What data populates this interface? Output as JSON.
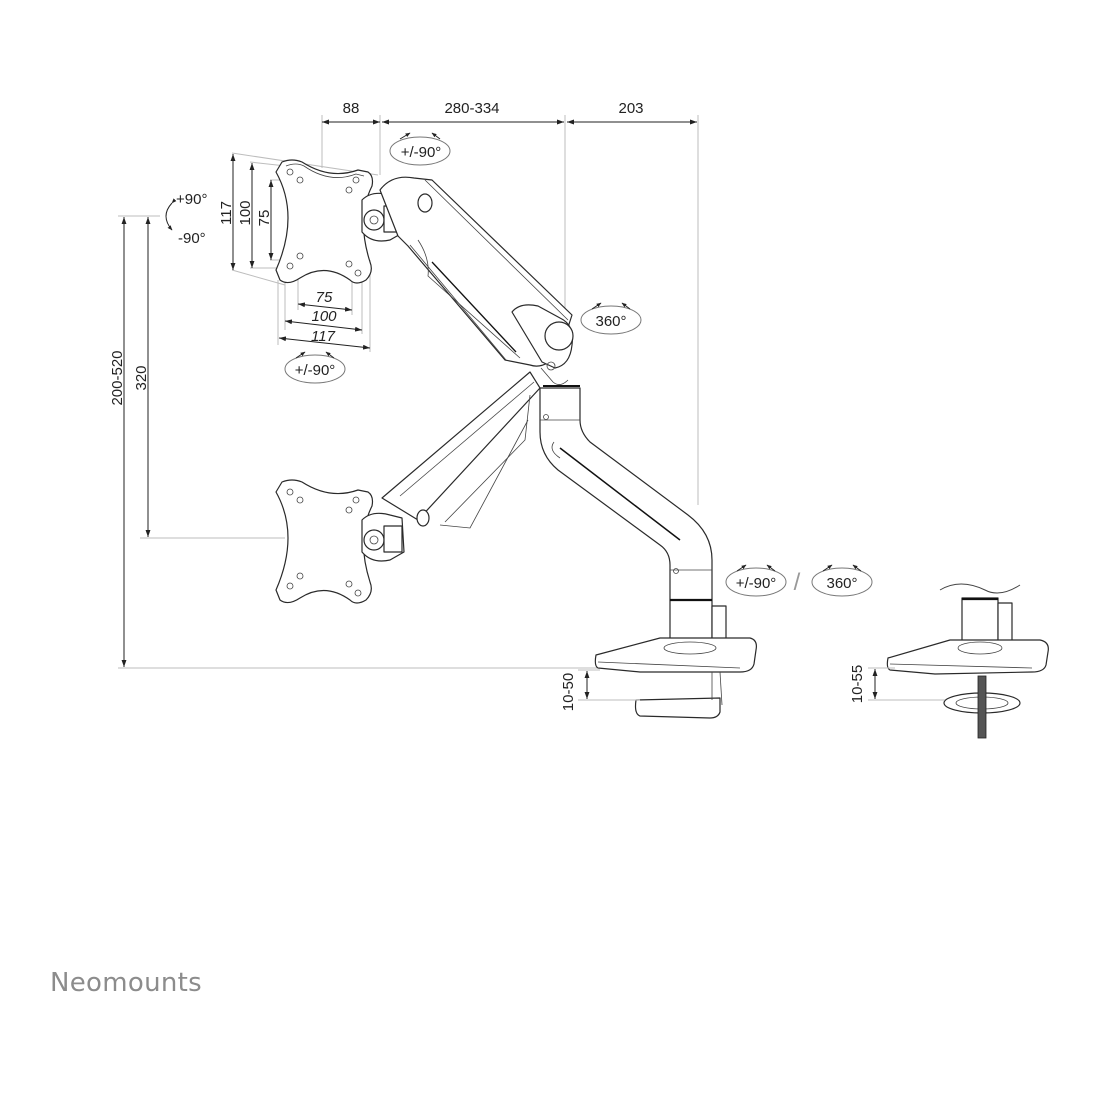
{
  "title": "Monitor arm dimension drawing",
  "brand": {
    "name": "Neomounts"
  },
  "dimensions": {
    "top": {
      "vesa_plate_depth": "88",
      "arm_reach": "280-334",
      "pole_offset": "203"
    },
    "vesa_vertical": [
      "117",
      "100",
      "75"
    ],
    "vesa_horizontal": [
      "75",
      "100",
      "117"
    ],
    "height_range": "200-520",
    "height_travel": "320",
    "clamp_thickness": "10-50",
    "grommet_thickness": "10-55"
  },
  "rotations": {
    "tilt_up": "+90°",
    "tilt_down": "-90°",
    "arm_swivel": "+/-90°",
    "vesa_rotation": "+/-90°",
    "elbow_rotation": "360°",
    "base_swivel_option_a": "+/-90°",
    "separator": "/",
    "base_swivel_option_b": "360°"
  },
  "views": [
    "clamp-mount",
    "grommet-mount"
  ]
}
